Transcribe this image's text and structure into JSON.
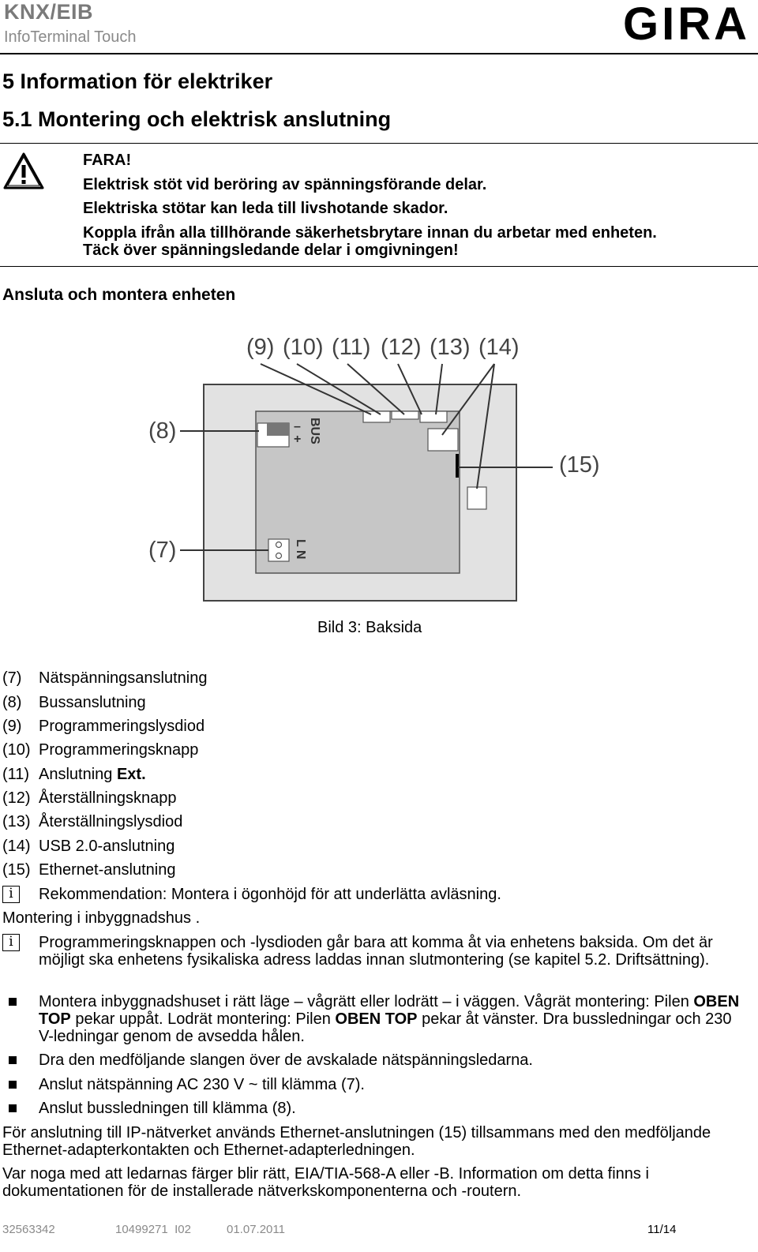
{
  "header": {
    "product": "KNX/EIB",
    "model": "InfoTerminal Touch",
    "logo": "GIRA"
  },
  "heading1": "5 Information för elektriker",
  "heading2": "5.1 Montering och elektrisk anslutning",
  "warning": {
    "icon": "warning-triangle-icon",
    "lines": [
      "FARA!",
      "Elektrisk stöt vid beröring av spänningsförande delar.",
      "Elektriska stötar kan leda till livshotande skador.",
      "Koppla ifrån alla tillhörande säkerhetsbrytare innan du arbetar med enheten.",
      "Täck över spänningsledande delar i omgivningen!"
    ]
  },
  "subheading": "Ansluta och montera enheten",
  "figure": {
    "labels": [
      "(9)",
      "(10)",
      "(11)",
      "(12)",
      "(13)",
      "(14)",
      "(8)",
      "(15)",
      "(7)"
    ],
    "bus_label": "BUS",
    "minus": "–",
    "plus": "+",
    "ln_label": "L N",
    "caption": "Bild 3: Baksida"
  },
  "legend": [
    {
      "num": "(7)",
      "text": "Nätspänningsanslutning"
    },
    {
      "num": "(8)",
      "text": "Bussanslutning"
    },
    {
      "num": "(9)",
      "text": "Programmeringslysdiod"
    },
    {
      "num": "(10)",
      "text": "Programmeringsknapp"
    },
    {
      "num": "(11)",
      "text": "Anslutning ",
      "bold": "Ext."
    },
    {
      "num": "(12)",
      "text": "Återställningsknapp"
    },
    {
      "num": "(13)",
      "text": "Återställningslysdiod"
    },
    {
      "num": "(14)",
      "text": "USB 2.0-anslutning"
    },
    {
      "num": "(15)",
      "text": "Ethernet-anslutning"
    }
  ],
  "info_glyph": "i",
  "info1": "Rekommendation: Montera i ögonhöjd för att underlätta avläsning.",
  "mounting_heading": "Montering i inbyggnadshus .",
  "info2": "Programmeringsknappen och -lysdioden går bara att komma åt via enhetens baksida. Om det är möjligt ska enhetens fysikaliska adress laddas innan slutmontering (se kapitel 5.2. Driftsättning).",
  "bullet1": {
    "p1": "Montera inbyggnadshuset i rätt läge – vågrätt eller lodrätt – i väggen. Vågrät montering: Pilen ",
    "b1": "OBEN TOP",
    "p2": " pekar uppåt. Lodrät montering: Pilen ",
    "b2": "OBEN TOP",
    "p3": " pekar åt vänster. Dra bussledningar och 230 V-ledningar genom de avsedda hålen."
  },
  "bullet2": "Dra den medföljande slangen över de avskalade nätspänningsledarna.",
  "bullet3": "Anslut nätspänning AC 230 V ~ till klämma (7).",
  "bullet4": "Anslut bussledningen till klämma (8).",
  "para1": "För anslutning till IP-nätverket används Ethernet-anslutningen (15) tillsammans med den medföljande Ethernet-adapterkontakten och Ethernet-adapterledningen.",
  "para2": "Var noga med att ledarnas färger blir rätt, EIA/TIA-568-A eller -B. Information om detta finns i dokumentationen för de installerade nätverkskomponenterna och -routern.",
  "footer": {
    "doc_no": "32563342",
    "ref": "10499271  I02",
    "date": "01.07.2011",
    "page": "11/14"
  }
}
